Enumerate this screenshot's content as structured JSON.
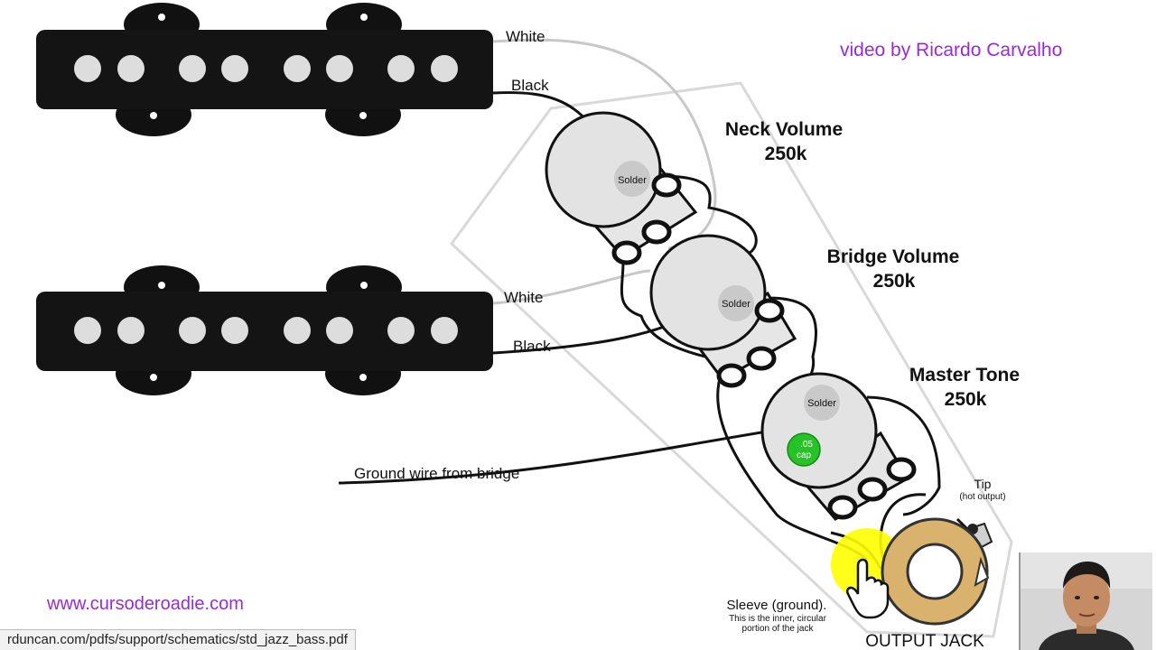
{
  "credit": "video by Ricardo Carvalho",
  "website": "www.cursoderoadie.com",
  "status_url": "rduncan.com/pdfs/support/schematics/std_jazz_bass.pdf",
  "colors": {
    "credit": "#9b2ad6",
    "website": "#9b2ad6",
    "cap": "#27c227",
    "jack_ring": "#d9b36e",
    "highlight": "#ffff00"
  },
  "pickups": {
    "neck": {
      "white_label": "White",
      "black_label": "Black"
    },
    "bridge": {
      "white_label": "White",
      "black_label": "Black"
    }
  },
  "pots": {
    "neck": {
      "title": "Neck Volume",
      "value": "250k",
      "solder": "Solder"
    },
    "bridge": {
      "title": "Bridge Volume",
      "value": "250k",
      "solder": "Solder"
    },
    "tone": {
      "title": "Master Tone",
      "value": "250k",
      "solder": "Solder",
      "cap_line1": ".05",
      "cap_line2": "cap"
    }
  },
  "ground_wire": "Ground wire from bridge",
  "jack": {
    "title": "OUTPUT JACK",
    "tip": "Tip",
    "tip_note": "(hot output)",
    "sleeve": "Sleeve (ground).",
    "sleeve_note_1": "This is the inner, circular",
    "sleeve_note_2": "portion of the jack"
  }
}
